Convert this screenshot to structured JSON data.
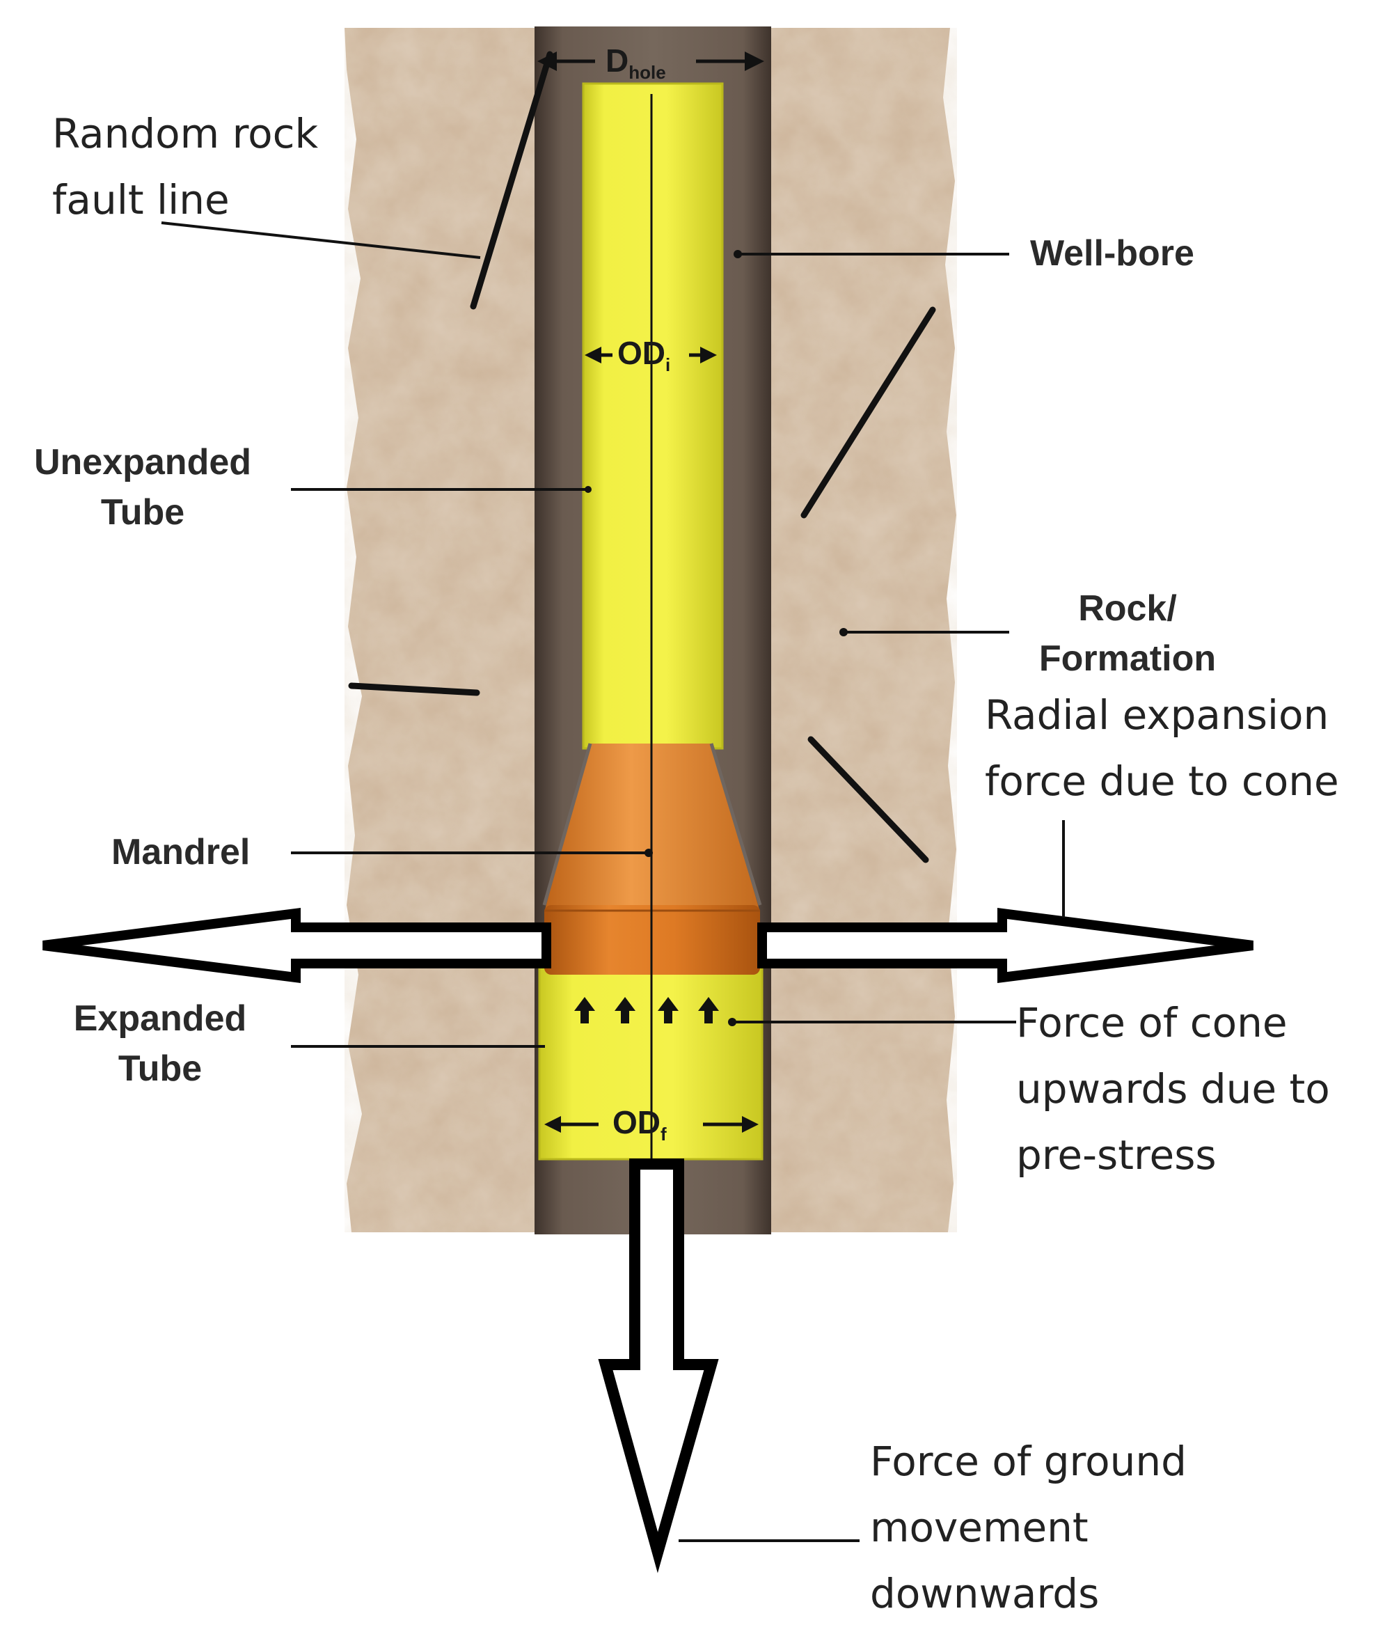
{
  "labels": {
    "random_rock_fault_line": [
      "Random rock",
      "fault line"
    ],
    "well_bore": "Well-bore",
    "unexpanded_tube": [
      "Unexpanded",
      "Tube"
    ],
    "rock_formation": [
      "Rock/",
      "Formation"
    ],
    "radial_expansion": [
      "Radial expansion",
      "force due to cone"
    ],
    "mandrel": "Mandrel",
    "expanded_tube": [
      "Expanded",
      "Tube"
    ],
    "force_cone_upwards": [
      "Force of cone",
      "upwards due to",
      "pre-stress"
    ],
    "force_ground_movement": [
      "Force of ground",
      "movement",
      "downwards"
    ]
  },
  "dimensions": {
    "d_hole": "D",
    "d_hole_sub": "hole",
    "od_initial": "OD",
    "od_initial_sub": "i",
    "od_final": "OD",
    "od_final_sub": "f"
  },
  "colors": {
    "rock": "#cdb59b",
    "wellbore": "#5e5046",
    "tube": "#f0f03c",
    "mandrel": "#d8741e",
    "arrow": "#000000"
  }
}
